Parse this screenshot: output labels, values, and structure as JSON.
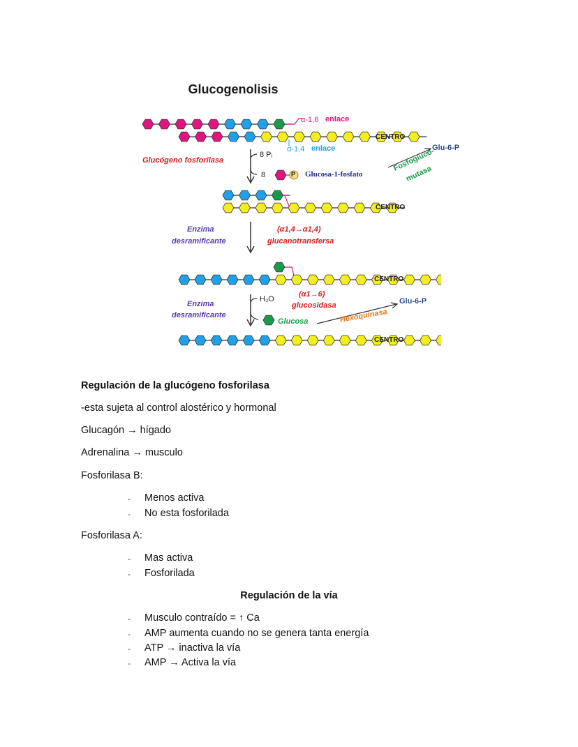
{
  "figure": {
    "title": "Glucogenolisis",
    "labels": {
      "alpha16": "α-1,6",
      "enlace1": "enlace",
      "centro": "CENTRO",
      "alpha14": "α-1,4",
      "enlace2": "enlace",
      "glu6p_1": "Glu-6-P",
      "glucogeno_fosforilasa": "Glucógeno fosforilasa",
      "pi": "8 Pᵢ",
      "eight": "8",
      "p_circle": "P",
      "glucosa1fosfato": "Glucosa-1-fosfato",
      "fosfoglucomutasa_1": "Fosfogluco-",
      "fosfoglucomutasa_2": "mutasa",
      "enzima1_a": "Enzima",
      "enzima1_b": "desramificante",
      "transf_a": "(α1,4→α1,4)",
      "transf_b": "glucanotransfersa",
      "enzima2_a": "Enzima",
      "enzima2_b": "desramificante",
      "h2o": "H₂O",
      "glucosid_a": "(α1→6)",
      "glucosid_b": "glucosidasa",
      "glucosa": "Glucosa",
      "hexoquinasa": "Hexoquinasa",
      "glu6p_2": "Glu-6-P"
    },
    "colors": {
      "magenta": "#e0157f",
      "blue": "#1fa0e8",
      "green": "#1a9a4a",
      "yellow": "#f5ee1e",
      "red": "#d42020",
      "navy": "#1a2a8a",
      "purple": "#5a3aa8",
      "orange": "#ee7a10"
    }
  },
  "text": {
    "heading1": "Regulación de la glucógeno fosforilasa",
    "line1": "-esta sujeta al control alostérico y hormonal",
    "line2": "Glucagón → hígado",
    "line3": "Adrenalina → musculo",
    "fosfB": "Fosforilasa B:",
    "fosfB_items": [
      "Menos activa",
      "No esta fosforilada"
    ],
    "fosfA": "Fosforilasa A:",
    "fosfA_items": [
      "Mas activa",
      "Fosforilada"
    ],
    "heading2": "Regulación de la vía",
    "via_items": [
      "Musculo contraído = ↑ Ca",
      "AMP aumenta cuando no se genera tanta energía",
      "ATP → inactiva la vía",
      "AMP → Activa la vía"
    ],
    "dash": "-"
  }
}
